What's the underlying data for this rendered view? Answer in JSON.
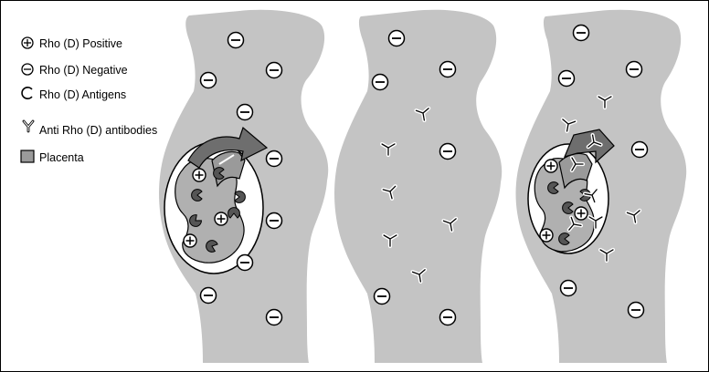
{
  "legend": {
    "rh_positive": "Rho (D) Positive",
    "rh_negative": "Rho (D)  Negative",
    "antigens": "Rho (D) Antigens",
    "antibodies": "Anti Rho (D) antibodies",
    "placenta": "Placenta"
  },
  "colors": {
    "body": "#c4c4c4",
    "placenta": "#9a9a9a",
    "placenta_dark": "#6e6e6e",
    "fetus": "#b0b0b0",
    "outline": "#000000"
  },
  "panels": [
    "mother with Rh-positive fetus (antigens enter maternal blood)",
    "mother producing anti-Rh antibodies",
    "subsequent pregnancy: antibodies cross placenta"
  ]
}
